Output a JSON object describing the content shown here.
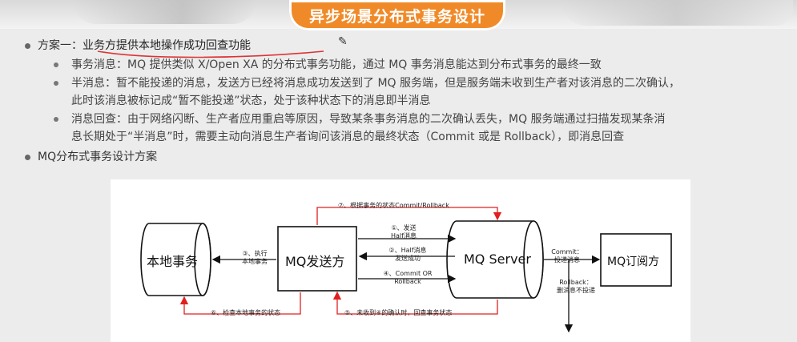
{
  "title": "异步场景分布式事务设计",
  "bullets": {
    "scheme1_label": "方案一：",
    "scheme1_text": "业务方提供本地操作成功回查功能",
    "items": [
      {
        "text": "事务消息：MQ 提供类似 X/Open XA 的分布式事务功能，通过 MQ 事务消息能达到分布式事务的最终一致"
      },
      {
        "text_line1": "半消息：暂不能投递的消息，发送方已经将消息成功发送到了 MQ 服务端，但是服务端未收到生产者对该消息的二次确认，",
        "text_line2": "此时该消息被标记成“暂不能投递”状态，处于该种状态下的消息即半消息"
      },
      {
        "text_line1": "消息回查：由于网络闪断、生产者应用重启等原因，导致某条事务消息的二次确认丢失，MQ 服务端通过扫描发现某条消",
        "text_line2": "息长期处于“半消息”时，需要主动向消息生产者询问该消息的最终状态（Commit 或是 Rollback），即消息回查"
      }
    ],
    "scheme2_text": "MQ分布式事务设计方案"
  },
  "diagram": {
    "nodes": {
      "local_tx": "本地事务",
      "sender": "MQ发送方",
      "server": "MQ Server",
      "subscriber": "MQ订阅方"
    },
    "labels": {
      "step7": "⑦、根据事务的状态Commit/Rollback",
      "step1_a": "①、发送",
      "step1_b": "Half消息",
      "step2_a": "②、Half消息",
      "step2_b": "发送成功",
      "step3_a": "③、执行",
      "step3_b": "本地事务",
      "step4_a": "④、Commit OR",
      "step4_b": "Rollback",
      "commit_a": "Commit：",
      "commit_b": "投递消息",
      "rollback_a": "Rollback：",
      "rollback_b": "删消息不投递",
      "step5": "⑤、未收到④的确认时，回查事务状态",
      "step6": "⑥、检查本地事务的状态"
    }
  },
  "colors": {
    "title_bg": "#f08a28",
    "arrow_red": "#e02020",
    "underline_red": "#d33"
  }
}
